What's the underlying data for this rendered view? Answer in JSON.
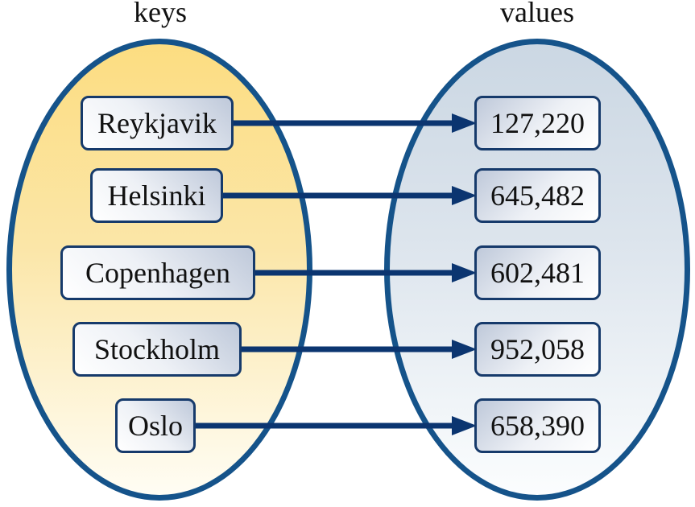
{
  "diagram": {
    "title_left": "keys",
    "title_right": "values",
    "pairs": [
      {
        "key": "Reykjavik",
        "value": "127,220"
      },
      {
        "key": "Helsinki",
        "value": "645,482"
      },
      {
        "key": "Copenhagen",
        "value": "602,481"
      },
      {
        "key": "Stockholm",
        "value": "952,058"
      },
      {
        "key": "Oslo",
        "value": "658,390"
      }
    ],
    "colors": {
      "ellipse_stroke": "#15538a",
      "box_stroke": "#163a6b",
      "arrow": "#0b3570",
      "keys_ellipse_top": "#fcdd81",
      "keys_ellipse_bottom": "#fffdf4",
      "values_ellipse_top": "#cbd7e3",
      "values_ellipse_bottom": "#fbfdfe",
      "box_fill_dark": "#bfc9da",
      "box_fill_light": "#ffffff",
      "text": "#111111"
    }
  }
}
